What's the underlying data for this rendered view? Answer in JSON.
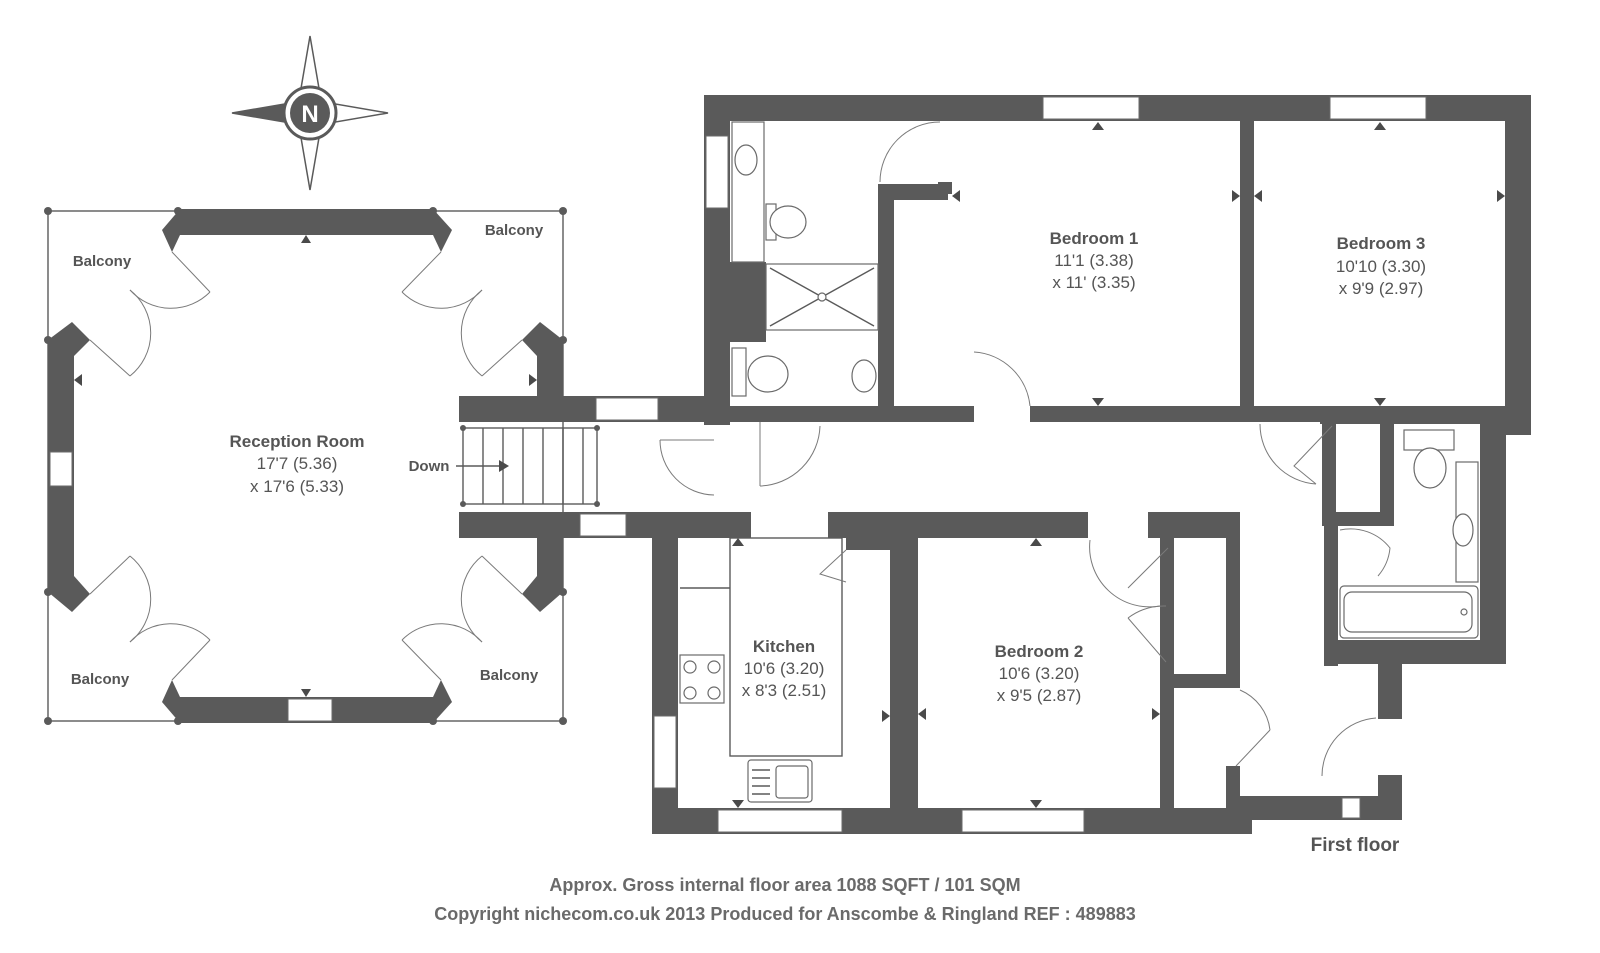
{
  "compass": {
    "letter": "N"
  },
  "rooms": {
    "reception": {
      "name": "Reception Room",
      "dim1": "17'7 (5.36)",
      "dim2": "x 17'6 (5.33)"
    },
    "bedroom1": {
      "name": "Bedroom 1",
      "dim1": "11'1 (3.38)",
      "dim2": "x 11' (3.35)"
    },
    "bedroom3": {
      "name": "Bedroom 3",
      "dim1": "10'10 (3.30)",
      "dim2": "x 9'9 (2.97)"
    },
    "kitchen": {
      "name": "Kitchen",
      "dim1": "10'6 (3.20)",
      "dim2": "x 8'3 (2.51)"
    },
    "bedroom2": {
      "name": "Bedroom 2",
      "dim1": "10'6 (3.20)",
      "dim2": "x 9'5 (2.87)"
    }
  },
  "balconies": [
    "Balcony",
    "Balcony",
    "Balcony",
    "Balcony"
  ],
  "stairs_label": "Down",
  "floor_label": "First floor",
  "footer": {
    "area": "Approx. Gross internal floor area 1088 SQFT / 101 SQM",
    "copyright": "Copyright nichecom.co.uk 2013 Produced for Anscombe & Ringland REF : 489883"
  }
}
